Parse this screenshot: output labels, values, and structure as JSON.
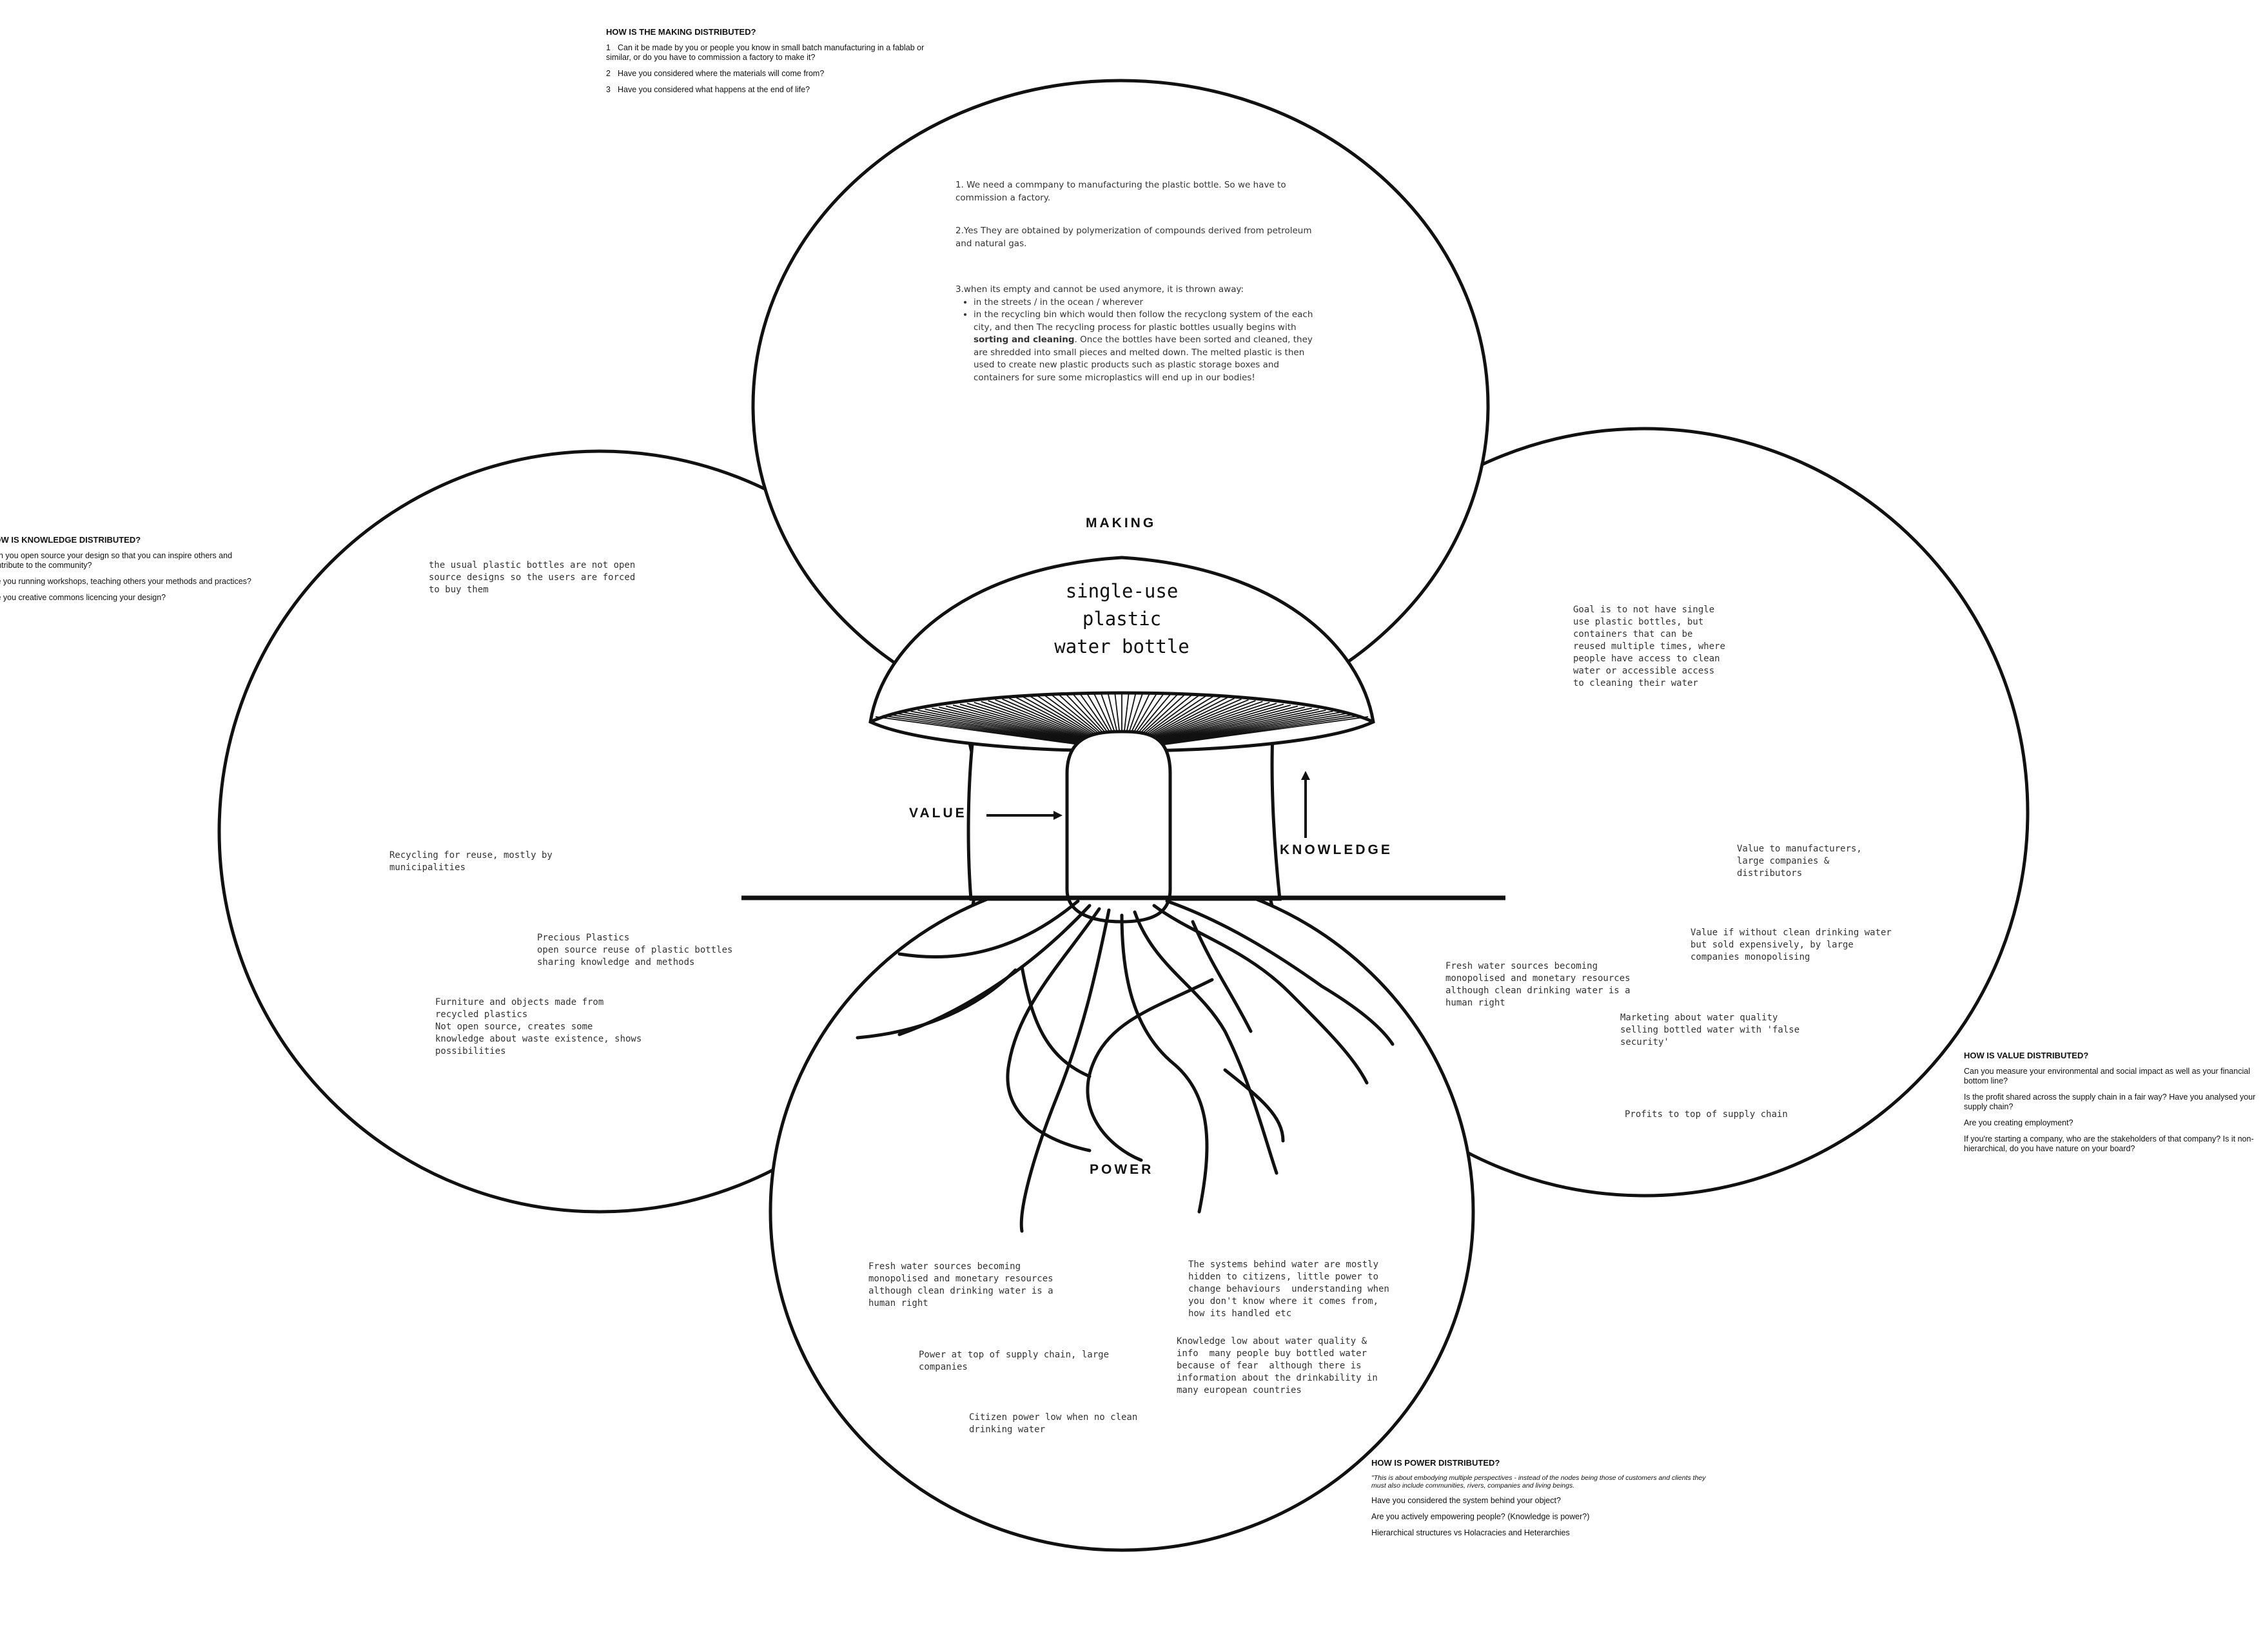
{
  "labels": {
    "making": "MAKING",
    "value": "VALUE",
    "knowledge": "KNOWLEDGE",
    "power": "POWER"
  },
  "object_title": "single-use\nplastic\nwater bottle",
  "prompts": {
    "making": {
      "heading": "HOW IS THE MAKING DISTRIBUTED?",
      "questions": [
        "Can it be made by you or people you know in small batch manufacturing in a fablab or similar, or do you have to commission a factory to make it?",
        "Have you considered where the materials will come from?",
        "Have you considered what happens at the end of life?"
      ]
    },
    "knowledge": {
      "heading": "HOW IS KNOWLEDGE DISTRIBUTED?",
      "questions": [
        "Can you open source your design so that you can inspire others and contribute to the community?",
        "Are you running workshops, teaching others your methods and practices?",
        "Are you creative commons licencing your design?"
      ]
    },
    "value": {
      "heading": "HOW IS VALUE DISTRIBUTED?",
      "questions": [
        "Can you measure your environmental and social impact as well as your financial bottom line?",
        "Is the profit shared across the supply chain in a fair way? Have you analysed your supply chain?",
        "Are you creating employment?",
        "If you're starting a company, who are the stakeholders of that company? Is it non-hierarchical, do you have nature on your board?"
      ]
    },
    "power": {
      "heading": "HOW IS POWER DISTRIBUTED?",
      "note": "\"This is about embodying multiple perspectives - instead of the nodes being those of customers and clients they must also include communities, rivers, companies and living beings.",
      "questions": [
        "Have you considered the system behind your object?",
        "Are you actively empowering people? (Knowledge is power?)",
        "Hierarchical structures vs Holacracies and Heterarchies"
      ]
    }
  },
  "making_answers": {
    "a1": "1. We need a commpany to manufacturing the plastic bottle. So we have to commission a factory.",
    "a2": "2.Yes They are obtained by polymerization of compounds derived from petroleum and natural gas.",
    "a3_intro": "3.when its empty and cannot be used anymore, it is thrown away:",
    "a3_bullet1": "in the streets / in the ocean / wherever",
    "a3_bullet2_start": "in the recycling bin which would then follow the recyclong system of the each city, and then The recycling process for plastic bottles usually begins with ",
    "a3_bullet2_bold": "sorting and cleaning",
    "a3_bullet2_end": ". Once the bottles have been sorted and cleaned, they are shredded into small pieces and melted down. The melted plastic is then used to create new plastic products such as plastic storage boxes and containers for sure some microplastics will end up in our bodies!"
  },
  "knowledge_notes": {
    "n1": "the usual plastic bottles are not open\nsource designs so the users are forced\nto buy them",
    "n2": "Recycling for reuse, mostly by\nmunicipalities",
    "n3": "Precious Plastics\nopen source reuse of plastic bottles\nsharing knowledge and methods",
    "n4": "Furniture and objects made from\nrecycled plastics\nNot open source, creates some\nknowledge about waste existence, shows\npossibilities"
  },
  "value_notes": {
    "n1": "Goal is to not have single\nuse plastic bottles, but\ncontainers that can be\nreused multiple times, where\npeople have access to clean\nwater or accessible access\nto cleaning their water",
    "n2": "Value to manufacturers,\nlarge companies &\ndistributors",
    "n3": "Value if without clean drinking water\nbut sold expensively, by large\ncompanies monopolising",
    "n4": "Fresh water sources becoming\nmonopolised and monetary resources\nalthough clean drinking water is a\nhuman right",
    "n5": "Marketing about water quality\nselling bottled water with 'false\nsecurity'",
    "n6": "Profits to top of supply chain"
  },
  "power_notes": {
    "n1": "Fresh water sources becoming\nmonopolised and monetary resources\nalthough clean drinking water is a\nhuman right",
    "n2": "The systems behind water are mostly\nhidden to citizens, little power to\nchange behaviours  understanding when\nyou don't know where it comes from,\nhow its handled etc",
    "n3": "Power at top of supply chain, large\ncompanies",
    "n4": "Knowledge low about water quality &\ninfo  many people buy bottled water\nbecause of fear  although there is\ninformation about the drinkability in\nmany european countries",
    "n5": "Citizen power low when no clean\ndrinking water"
  }
}
